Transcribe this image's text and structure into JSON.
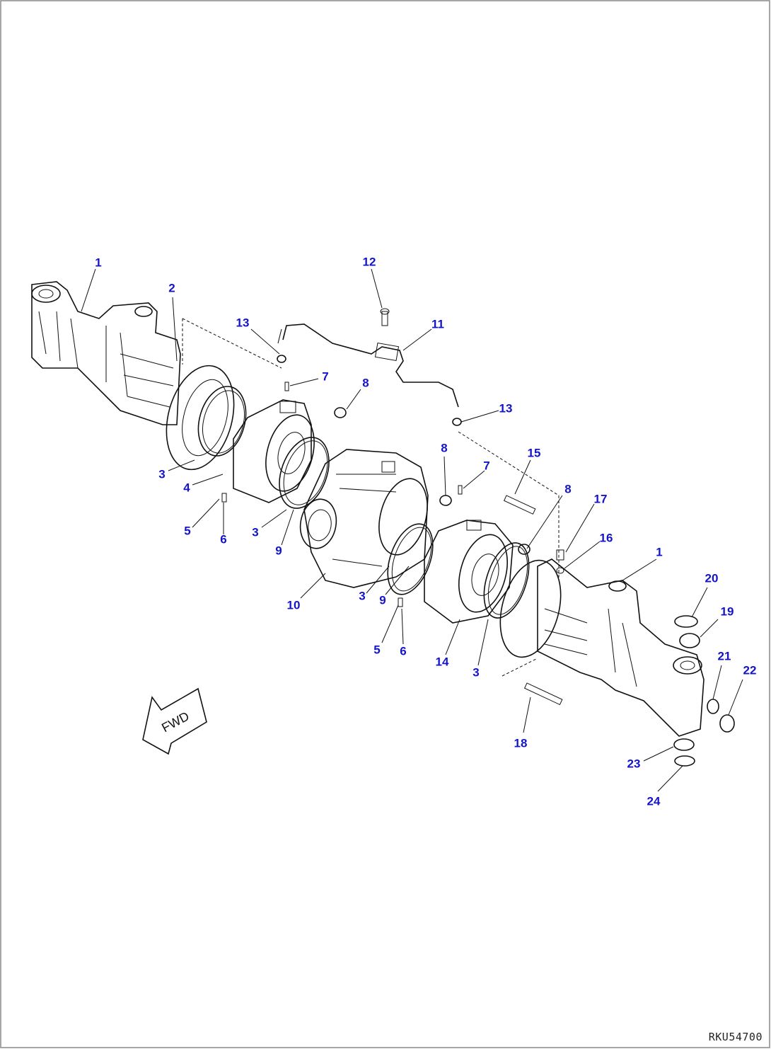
{
  "drawing_id": "RKU54700",
  "direction_label": "FWD",
  "colors": {
    "callout": "#1414c8",
    "line": "#111111",
    "border": "#888888"
  },
  "callouts": [
    {
      "id": "c1a",
      "text": "1"
    },
    {
      "id": "c2",
      "text": "2"
    },
    {
      "id": "c3a",
      "text": "3"
    },
    {
      "id": "c4",
      "text": "4"
    },
    {
      "id": "c5a",
      "text": "5"
    },
    {
      "id": "c6a",
      "text": "6"
    },
    {
      "id": "c3b",
      "text": "3"
    },
    {
      "id": "c9a",
      "text": "9"
    },
    {
      "id": "c7a",
      "text": "7"
    },
    {
      "id": "c8a",
      "text": "8"
    },
    {
      "id": "c13a",
      "text": "13"
    },
    {
      "id": "c12",
      "text": "12"
    },
    {
      "id": "c11",
      "text": "11"
    },
    {
      "id": "c13b",
      "text": "13"
    },
    {
      "id": "c10",
      "text": "10"
    },
    {
      "id": "c3c",
      "text": "3"
    },
    {
      "id": "c9b",
      "text": "9"
    },
    {
      "id": "c8b",
      "text": "8"
    },
    {
      "id": "c7b",
      "text": "7"
    },
    {
      "id": "c15",
      "text": "15"
    },
    {
      "id": "c8c",
      "text": "8"
    },
    {
      "id": "c17",
      "text": "17"
    },
    {
      "id": "c16",
      "text": "16"
    },
    {
      "id": "c1b",
      "text": "1"
    },
    {
      "id": "c5b",
      "text": "5"
    },
    {
      "id": "c6b",
      "text": "6"
    },
    {
      "id": "c14",
      "text": "14"
    },
    {
      "id": "c3d",
      "text": "3"
    },
    {
      "id": "c18",
      "text": "18"
    },
    {
      "id": "c20",
      "text": "20"
    },
    {
      "id": "c19",
      "text": "19"
    },
    {
      "id": "c21",
      "text": "21"
    },
    {
      "id": "c22",
      "text": "22"
    },
    {
      "id": "c23",
      "text": "23"
    },
    {
      "id": "c24",
      "text": "24"
    }
  ]
}
